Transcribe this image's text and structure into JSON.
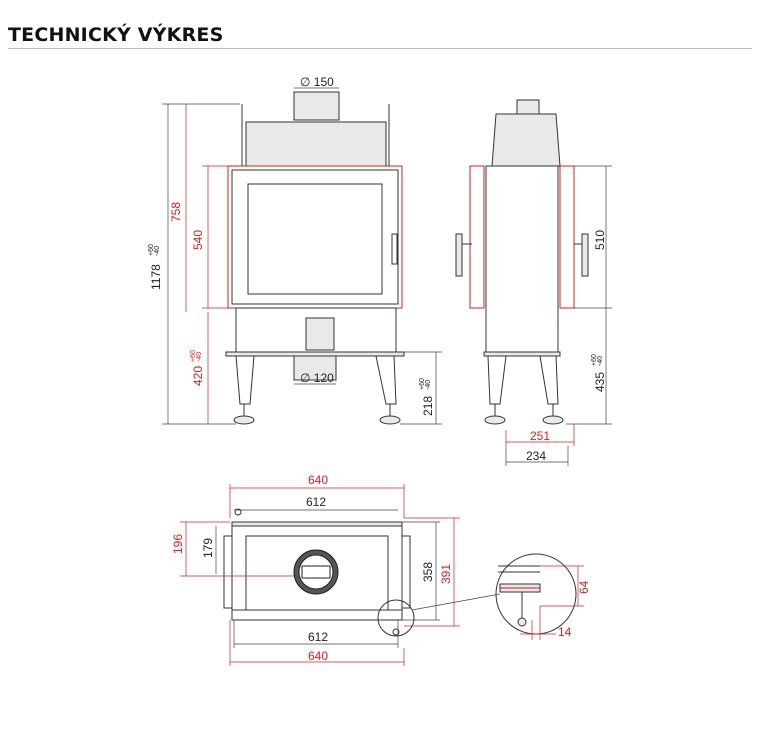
{
  "header": {
    "title": "TECHNICKÝ VÝKRES"
  },
  "colors": {
    "dimension_red": "#d02020",
    "line_dark": "#333333",
    "rule": "#bdbdbd"
  },
  "front_view": {
    "flue_diameter": "150",
    "air_inlet_diameter": "120",
    "total_height": "1178",
    "total_height_tol_plus": "+60",
    "total_height_tol_minus": "-40",
    "height_758": "758",
    "height_540": "540",
    "height_420": "420",
    "height_420_tol_plus": "+60",
    "height_420_tol_minus": "-40",
    "height_218": "218",
    "height_218_tol_plus": "+60",
    "height_218_tol_minus": "-40"
  },
  "side_view": {
    "height_510": "510",
    "height_435": "435",
    "height_435_tol_plus": "+60",
    "height_435_tol_minus": "-40",
    "depth_251": "251",
    "depth_234": "234"
  },
  "top_view": {
    "width_outer_top": "640",
    "width_inner_top": "612",
    "width_inner_bottom": "612",
    "width_outer_bottom": "640",
    "depth_196": "196",
    "depth_179": "179",
    "depth_358": "358",
    "depth_391": "391"
  },
  "detail_view": {
    "dim_64": "64",
    "dim_14": "14"
  }
}
